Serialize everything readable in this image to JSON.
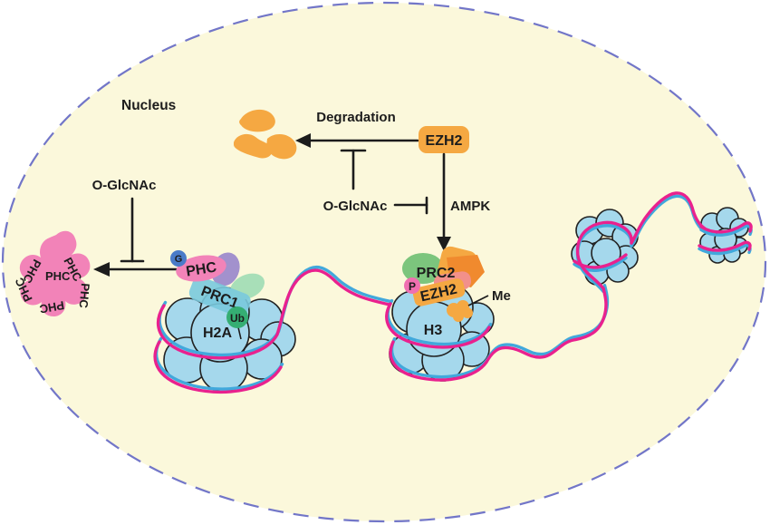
{
  "nucleus_label": "Nucleus",
  "degradation": {
    "label": "Degradation"
  },
  "ezh2_free": {
    "label": "EZH2"
  },
  "signals": {
    "o_glcnac_mid": "O-GlcNAc",
    "ampk": "AMPK",
    "o_glcnac_left": "O-GlcNAc"
  },
  "phc_aggregate": {
    "labels": [
      "PHC",
      "PHC",
      "PHC",
      "PHC",
      "PHC",
      "PHC"
    ]
  },
  "prc1_complex": {
    "g": "G",
    "phc": "PHC",
    "prc1": "PRC1",
    "ub": "Ub",
    "h2a": "H2A"
  },
  "prc2_complex": {
    "prc2": "PRC2",
    "p": "P",
    "ezh2": "EZH2",
    "me": "Me",
    "h3": "H3"
  },
  "colors": {
    "nucleus_fill": "#fbf8db",
    "membrane_dash": "#7276c8",
    "dna_magenta": "#e9218e",
    "dna_blue": "#41a8dc",
    "nucleosome_blue": "#a5d8ec",
    "orange": "#f5a842",
    "orange_dark": "#f08a2e",
    "salmon": "#f2908a",
    "phc_pink": "#f283b8",
    "purple": "#a291cd",
    "prc1_teal": "#79c9dd",
    "prc1_green": "#a8dfb8",
    "prc2_green": "#7cc57d",
    "ub_green": "#35ae73",
    "g_blue": "#4a7bc8",
    "p_pink": "#ef6fb0"
  }
}
